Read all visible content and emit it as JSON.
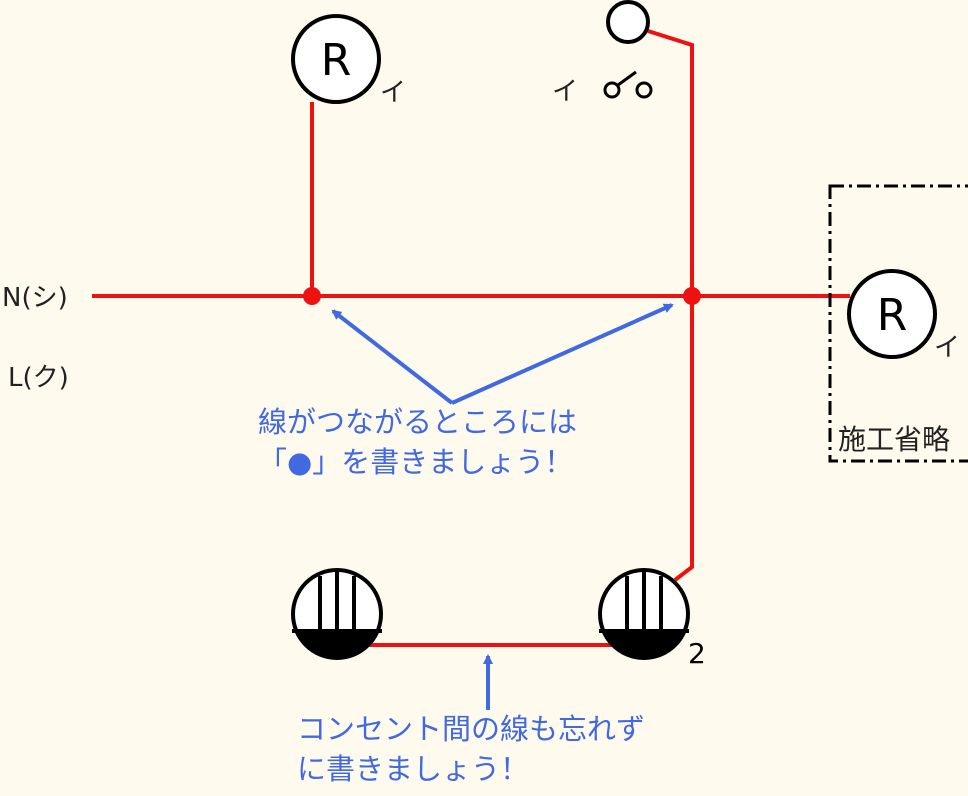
{
  "wire_labels": {
    "neutral": "N(シ)",
    "live": "L(ク)"
  },
  "components": {
    "lamp_top": {
      "symbol": "R",
      "label": "イ"
    },
    "switch": {
      "label": "イ"
    },
    "lamp_right": {
      "symbol": "R",
      "label": "イ"
    },
    "outlet_right": {
      "count": "2"
    }
  },
  "omitted_box_label": "施工省略",
  "annotations": {
    "junction_note": [
      "線がつながるところには",
      "「●」を書きましょう！"
    ],
    "outlet_note": [
      "コンセント間の線も忘れず",
      "に書きましょう！"
    ]
  },
  "colors": {
    "wire": "#ee1111",
    "junction_dot": "#ee1111",
    "annotation": "#4169e1",
    "background": "#fffaee",
    "symbol_stroke": "#000000"
  }
}
